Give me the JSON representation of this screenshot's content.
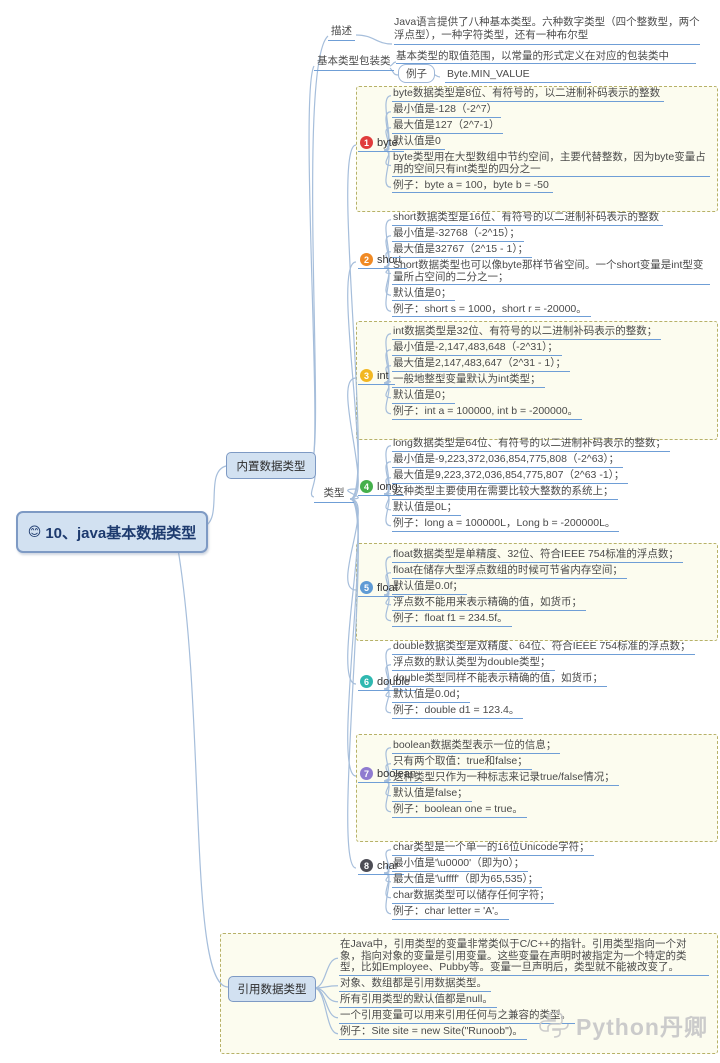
{
  "root": {
    "emoji": "😊",
    "label": "10、java基本数据类型"
  },
  "builtin": {
    "label": "内置数据类型",
    "desc_label": "描述",
    "desc_text": "Java语言提供了八种基本类型。六种数字类型（四个整数型，两个浮点型），一种字符类型，还有一种布尔型",
    "wrapper_label": "基本类型包装类",
    "wrapper_text": "基本类型的取值范围，以常量的形式定义在对应的包装类中",
    "wrapper_example_label": "例子",
    "wrapper_example_value": "Byte.MIN_VALUE",
    "type_label": "类型"
  },
  "types": [
    {
      "num": "1",
      "name": "byte",
      "badge_color": "#e03c3c",
      "boxed": true,
      "lines": [
        "byte数据类型是8位、有符号的，以二进制补码表示的整数",
        "最小值是-128（-2^7）",
        "最大值是127（2^7-1）",
        "默认值是0",
        "byte类型用在大型数组中节约空间，主要代替整数，因为byte变量占用的空间只有int类型的四分之一",
        "例子：byte a = 100，byte b = -50"
      ]
    },
    {
      "num": "2",
      "name": "short",
      "badge_color": "#f08a24",
      "boxed": false,
      "lines": [
        "short数据类型是16位、有符号的以二进制补码表示的整数",
        "最小值是-32768（-2^15）；",
        "最大值是32767（2^15 - 1）；",
        "Short数据类型也可以像byte那样节省空间。一个short变量是int型变量所占空间的二分之一；",
        "默认值是0；",
        "例子：short s = 1000，short r = -20000。"
      ]
    },
    {
      "num": "3",
      "name": "int",
      "badge_color": "#f2b722",
      "boxed": true,
      "lines": [
        "int数据类型是32位、有符号的以二进制补码表示的整数；",
        "最小值是-2,147,483,648（-2^31）；",
        "最大值是2,147,483,647（2^31 - 1）；",
        "一般地整型变量默认为int类型；",
        "默认值是0；",
        "例子：int a = 100000, int b = -200000。"
      ]
    },
    {
      "num": "4",
      "name": "long",
      "badge_color": "#45b04c",
      "boxed": false,
      "lines": [
        "long数据类型是64位、有符号的以二进制补码表示的整数；",
        "最小值是-9,223,372,036,854,775,808（-2^63）；",
        "最大值是9,223,372,036,854,775,807（2^63 -1）；",
        "这种类型主要使用在需要比较大整数的系统上；",
        "默认值是0L；",
        "例子：long a = 100000L，Long b = -200000L。"
      ]
    },
    {
      "num": "5",
      "name": "float",
      "badge_color": "#5f9bd5",
      "boxed": true,
      "lines": [
        "float数据类型是单精度、32位、符合IEEE 754标准的浮点数；",
        "float在储存大型浮点数组的时候可节省内存空间；",
        "默认值是0.0f；",
        "浮点数不能用来表示精确的值，如货币；",
        "例子：float f1 = 234.5f。"
      ]
    },
    {
      "num": "6",
      "name": "double",
      "badge_color": "#2fb8b0",
      "boxed": false,
      "lines": [
        "double数据类型是双精度、64位、符合IEEE 754标准的浮点数；",
        "浮点数的默认类型为double类型；",
        "double类型同样不能表示精确的值，如货币；",
        "默认值是0.0d；",
        "例子：double d1 = 123.4。"
      ]
    },
    {
      "num": "7",
      "name": "boolean",
      "badge_color": "#8f7bd0",
      "boxed": true,
      "lines": [
        "boolean数据类型表示一位的信息；",
        "只有两个取值：true和false；",
        "这种类型只作为一种标志来记录true/false情况；",
        "默认值是false；",
        "例子：boolean one = true。"
      ]
    },
    {
      "num": "8",
      "name": "char",
      "badge_color": "#4d4d55",
      "boxed": false,
      "lines": [
        "char类型是一个单一的16位Unicode字符；",
        "最小值是'\\u0000'（即为0）；",
        "最大值是'\\uffff'（即为65,535）；",
        "char数据类型可以储存任何字符；",
        "例子：char letter = 'A'。"
      ]
    }
  ],
  "reference": {
    "label": "引用数据类型",
    "lines": [
      "在Java中，引用类型的变量非常类似于C/C++的指针。引用类型指向一个对象，指向对象的变量是引用变量。这些变量在声明时被指定为一个特定的类型，比如Employee、Pubby等。变量一旦声明后，类型就不能被改变了。",
      "对象、数组都是引用数据类型。",
      "所有引用类型的默认值都是null。",
      "一个引用变量可以用来引用任何与之兼容的类型。",
      "例子：Site site = new Site(\"Runoob\")。"
    ]
  },
  "watermark": {
    "text": "Python丹卿"
  },
  "colors": {
    "node_fill": "#d2e1f1",
    "node_border": "#7e9ac4",
    "underline": "#6f9ed6",
    "dashed_border": "#b7b168",
    "dashed_fill": "#fcfcef",
    "connector": "#a6bedb"
  }
}
